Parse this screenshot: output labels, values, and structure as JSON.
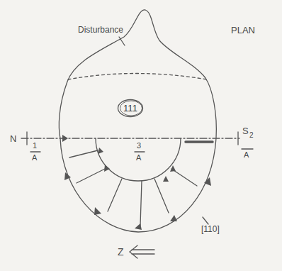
{
  "diagram": {
    "nodes": [
      {
        "text": [
          "111"
        ]
      }
    ],
    "labels": [
      "Disturbance",
      "PLAN",
      "N",
      "1",
      "A",
      "3",
      "A",
      "S",
      "2",
      "A",
      "[110]",
      "Z"
    ]
  }
}
